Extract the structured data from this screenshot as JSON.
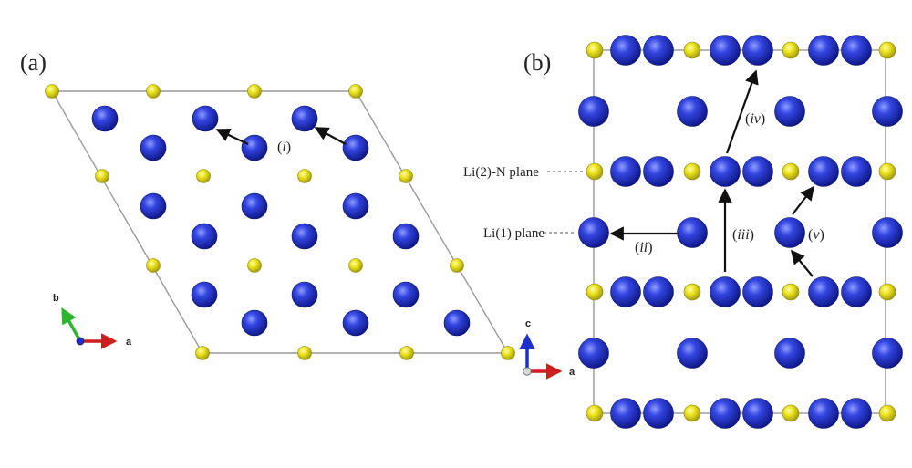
{
  "panel_a": {
    "label": "(a)",
    "hop_label": "i",
    "axes": {
      "b": "b",
      "a": "a"
    }
  },
  "panel_b": {
    "label": "(b)",
    "hop_labels": {
      "ii": "ii",
      "iii": "iii",
      "iv": "iv",
      "v": "v"
    },
    "plane_labels": {
      "li2n": "Li(2)-N plane",
      "li1": "Li(1) plane"
    },
    "axes": {
      "c": "c",
      "a": "a"
    }
  },
  "colors": {
    "li_atom": "#1f2fbf",
    "n_atom": "#e8e21a",
    "cell_line": "#9a9a9a",
    "axis_a": "#cc1f1f",
    "axis_b": "#2db52d",
    "axis_c": "#1f2fcc"
  }
}
